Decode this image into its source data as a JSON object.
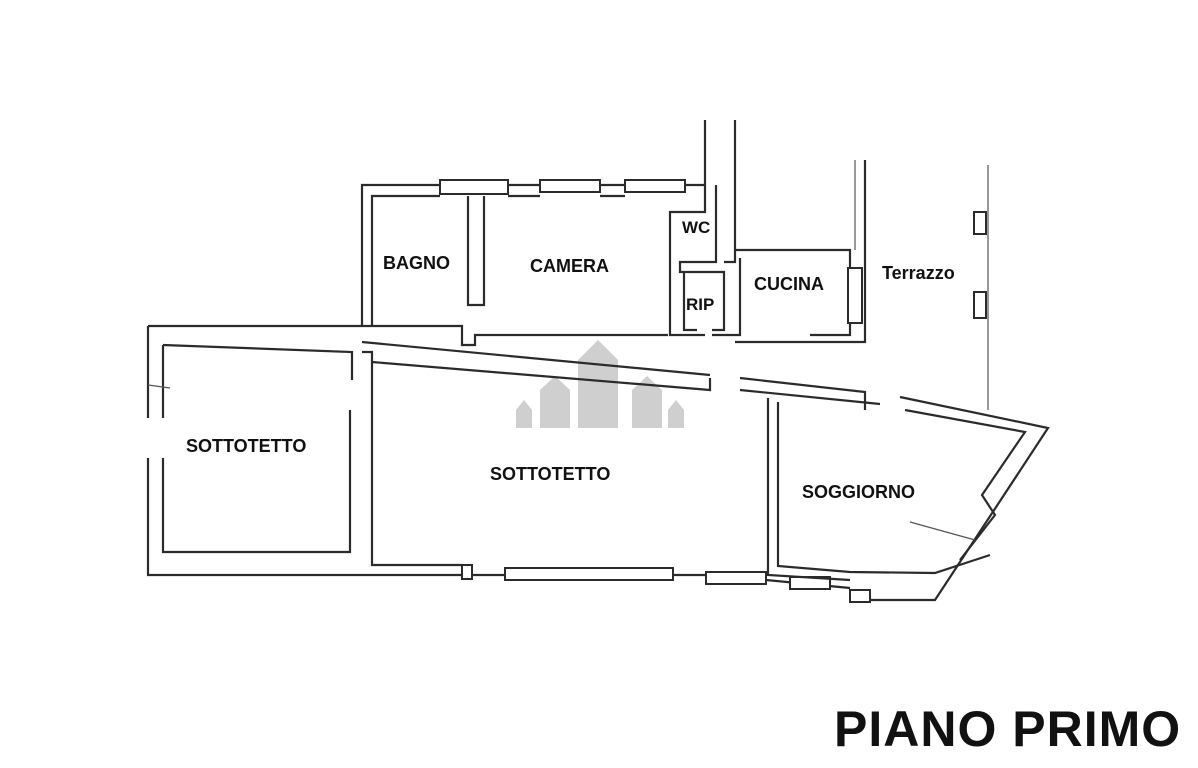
{
  "title": "PIANO PRIMO",
  "rooms": {
    "bagno": "BAGNO",
    "camera": "CAMERA",
    "wc": "WC",
    "rip": "RIP",
    "cucina": "CUCINA",
    "terrazzo": "Terrazzo",
    "sottotetto_left": "SOTTOTETTO",
    "sottotetto_center": "SOTTOTETTO",
    "soggiorno": "SOGGIORNO"
  },
  "icons": {
    "watermark": "building-watermark-icon"
  },
  "colors": {
    "wall": "#2b2b2b",
    "background": "#ffffff",
    "watermark": "#cfcfcf"
  }
}
